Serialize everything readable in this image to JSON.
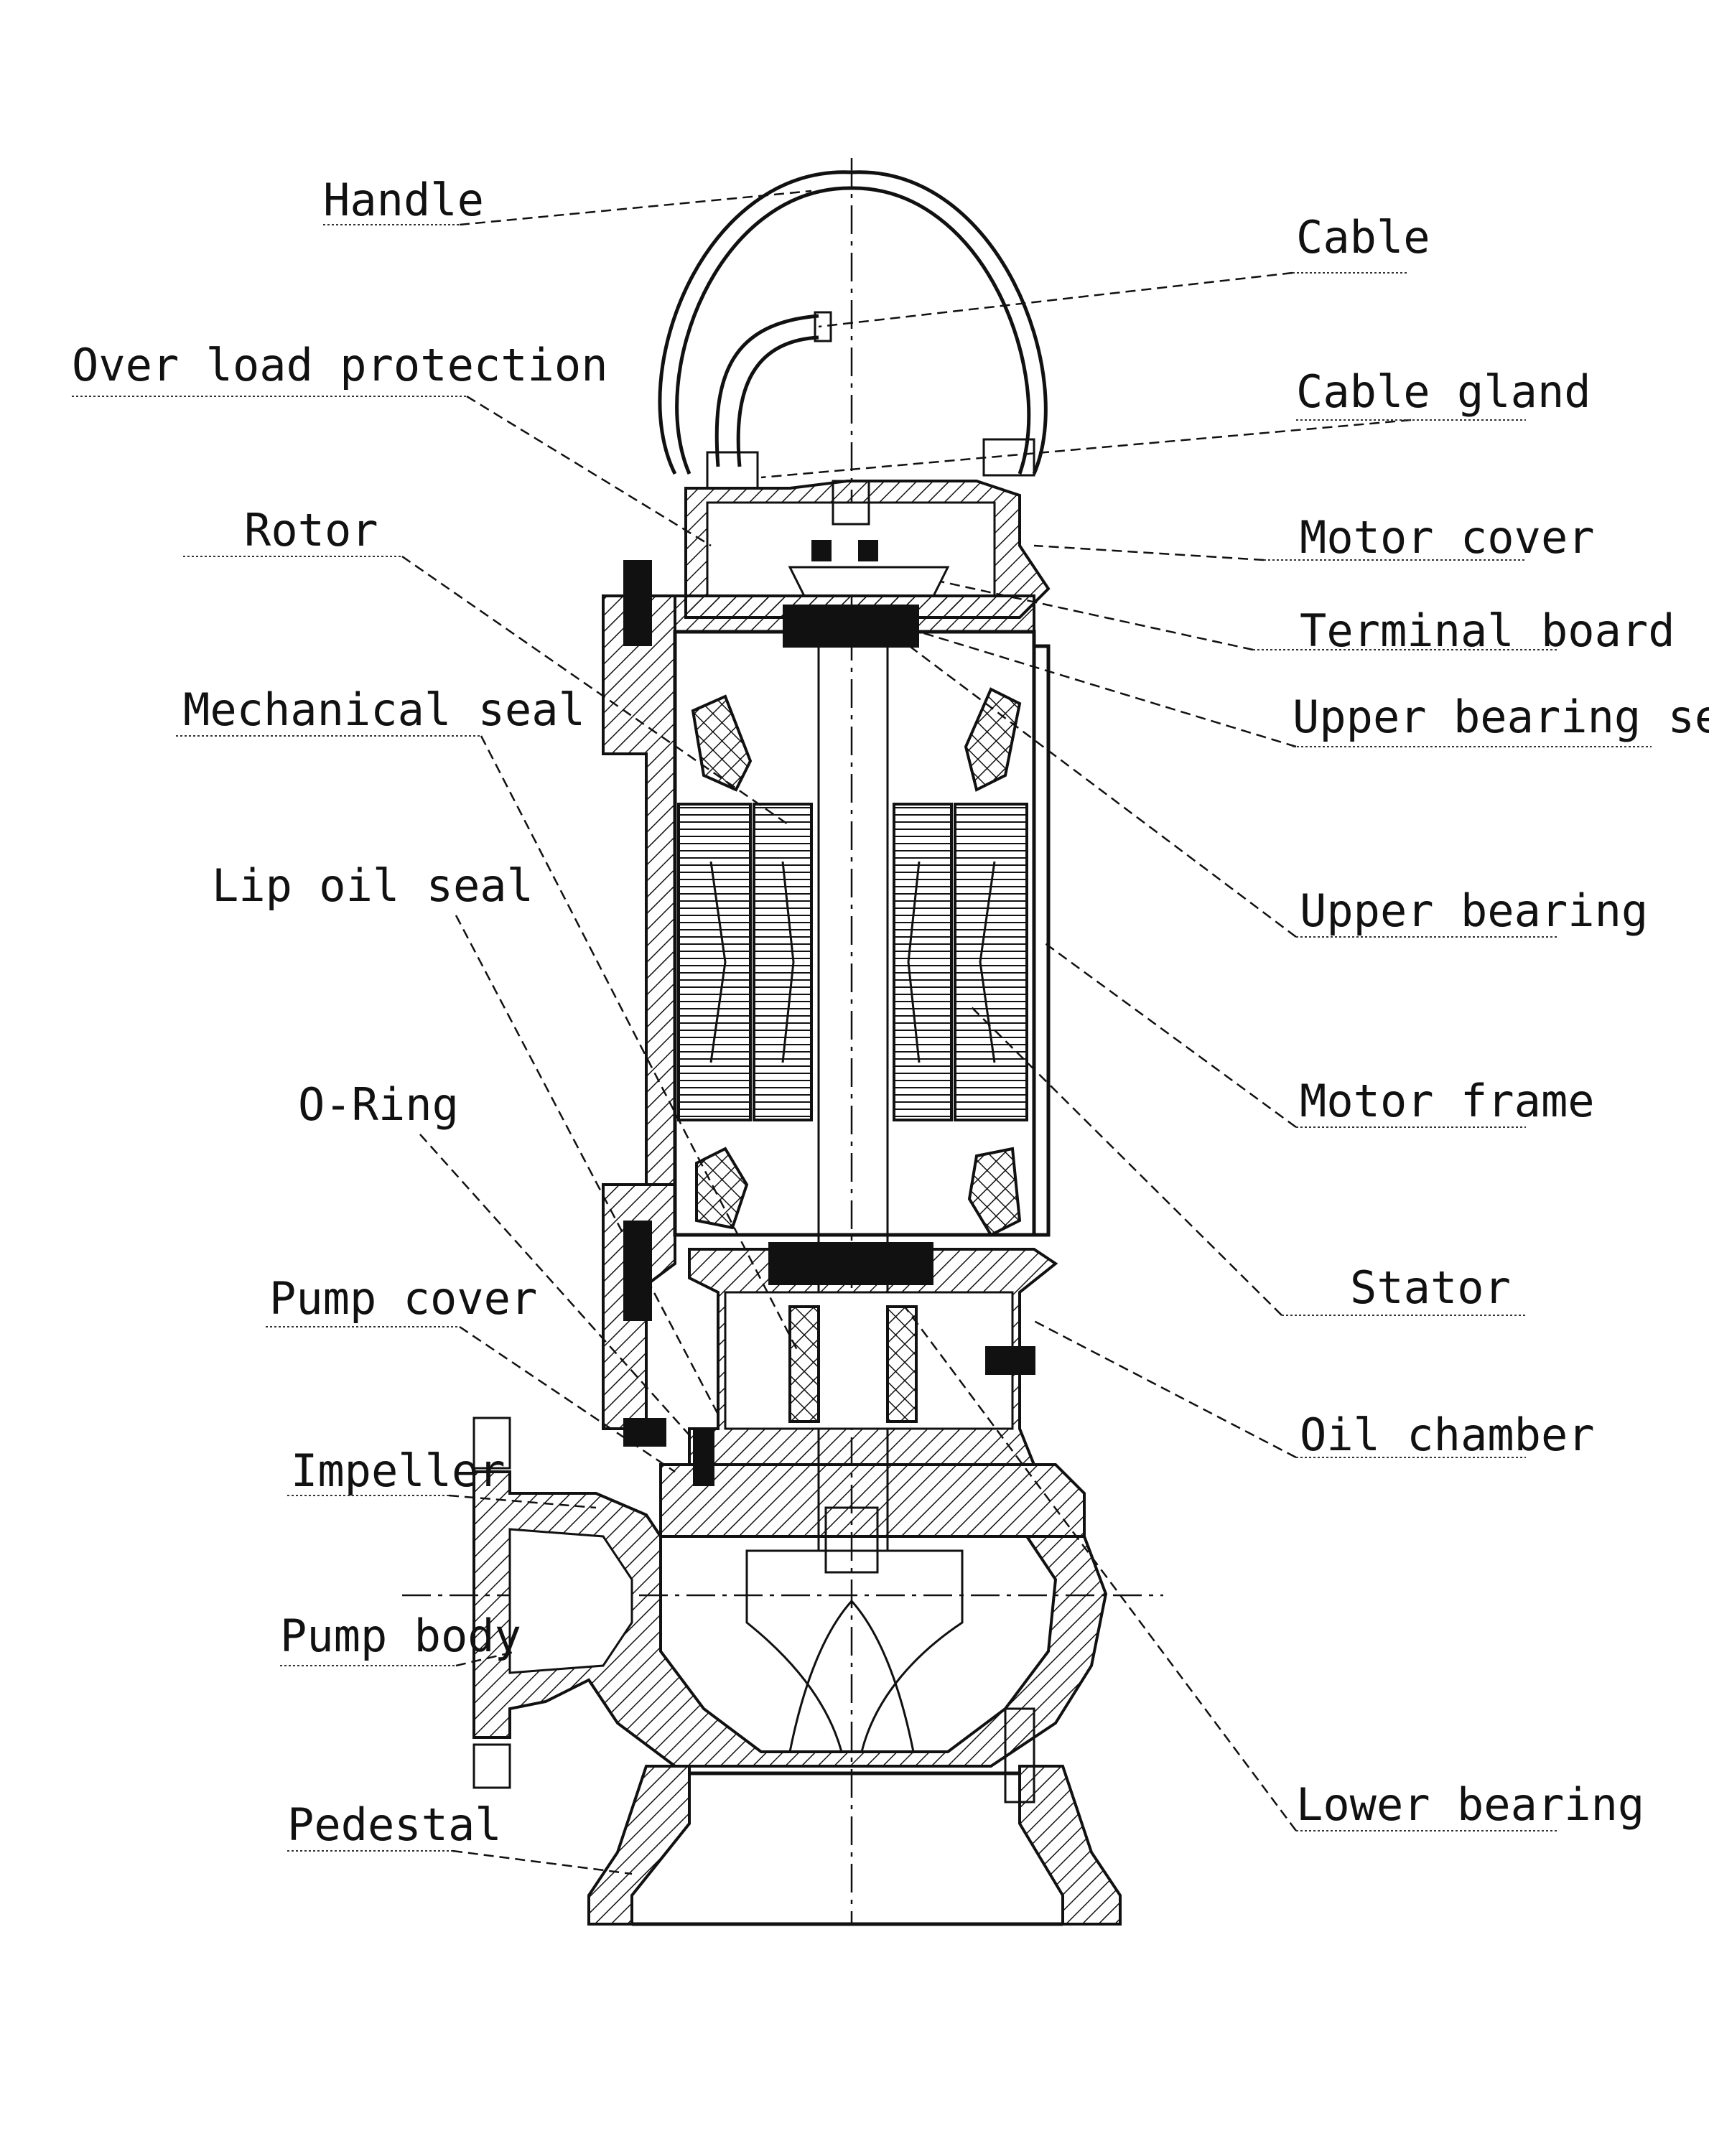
{
  "labels": {
    "handle": "Handle",
    "cable": "Cable",
    "over_load_protection": "Over load protection",
    "cable_gland": "Cable gland",
    "rotor": "Rotor",
    "motor_cover": "Motor cover",
    "terminal_board": "Terminal board",
    "mechanical_seal": "Mechanical seal",
    "upper_bearing_seat": "Upper bearing seat",
    "lip_oil_seal": "Lip oil seal",
    "upper_bearing": "Upper bearing",
    "motor_frame": "Motor frame",
    "o_ring": "O-Ring",
    "stator": "Stator",
    "pump_cover": "Pump cover",
    "oil_chamber": "Oil chamber",
    "impeller": "Impeller",
    "pump_body": "Pump body",
    "lower_bearing": "Lower bearing",
    "pedestal": "Pedestal"
  },
  "colors": {
    "ink": "#111111",
    "paper": "#ffffff"
  }
}
